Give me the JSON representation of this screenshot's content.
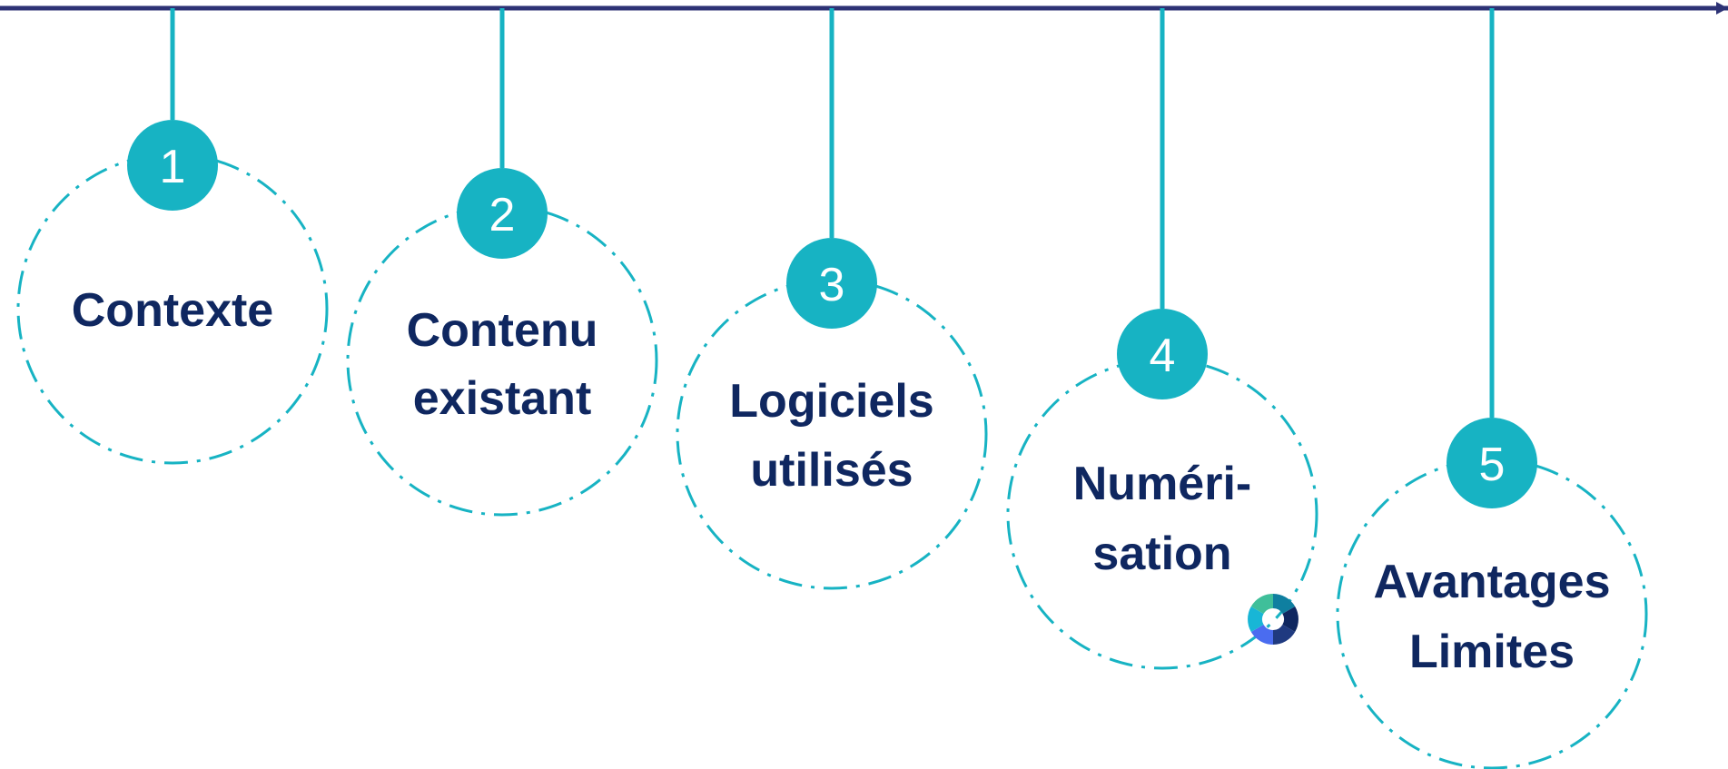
{
  "colors": {
    "top_line": "#2d3275",
    "accent": "#17b3c3",
    "label": "#0f2760",
    "badge_text": "#ffffff"
  },
  "steps": [
    {
      "number": "1",
      "lines": [
        "Contexte"
      ]
    },
    {
      "number": "2",
      "lines": [
        "Contenu",
        "existant"
      ]
    },
    {
      "number": "3",
      "lines": [
        "Logiciels",
        "utilisés"
      ]
    },
    {
      "number": "4",
      "lines": [
        "Numéri-",
        "sation"
      ],
      "icon": "cycle-ring-icon"
    },
    {
      "number": "5",
      "lines": [
        "Avantages",
        "Limites"
      ]
    }
  ]
}
